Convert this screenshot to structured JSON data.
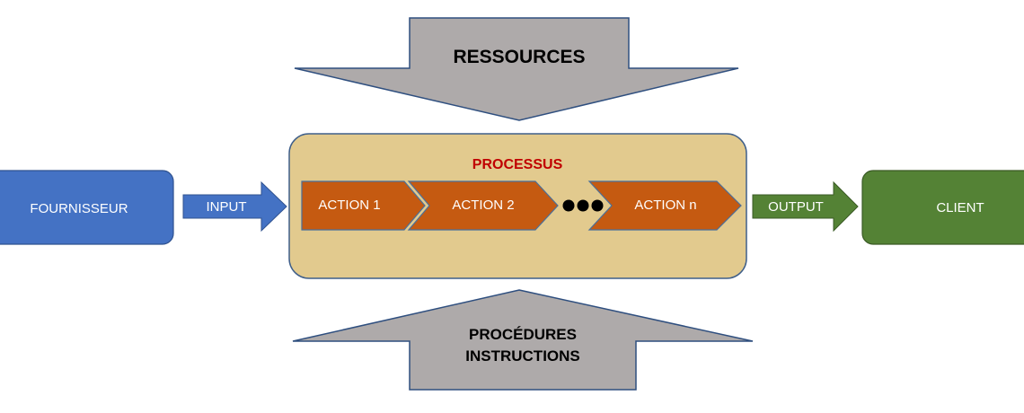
{
  "resources": {
    "label": "RESSOURCES"
  },
  "procedures": {
    "line1": "PROCÉDURES",
    "line2": "INSTRUCTIONS"
  },
  "supplier": {
    "label": "FOURNISSEUR"
  },
  "client": {
    "label": "CLIENT"
  },
  "input": {
    "label": "INPUT"
  },
  "output": {
    "label": "OUTPUT"
  },
  "process": {
    "title": "PROCESSUS",
    "actions": [
      {
        "label": "ACTION 1"
      },
      {
        "label": "ACTION 2"
      },
      {
        "label": "ACTION n"
      }
    ],
    "ellipsis_icon": "three-dots-icon"
  },
  "colors": {
    "supplier_fill": "#4472c4",
    "input_arrow_fill": "#4472c4",
    "client_fill": "#548235",
    "output_arrow_fill": "#548235",
    "process_fill": "#e2ca8e",
    "process_border": "#3f5f8a",
    "action_fill": "#c55a11",
    "action_border": "#4a6f9a",
    "title_color": "#c00000",
    "big_arrow_fill": "#aeaaaa",
    "big_arrow_border": "#2f4f7f",
    "dark_text": "#000000",
    "light_text": "#ffffff"
  }
}
